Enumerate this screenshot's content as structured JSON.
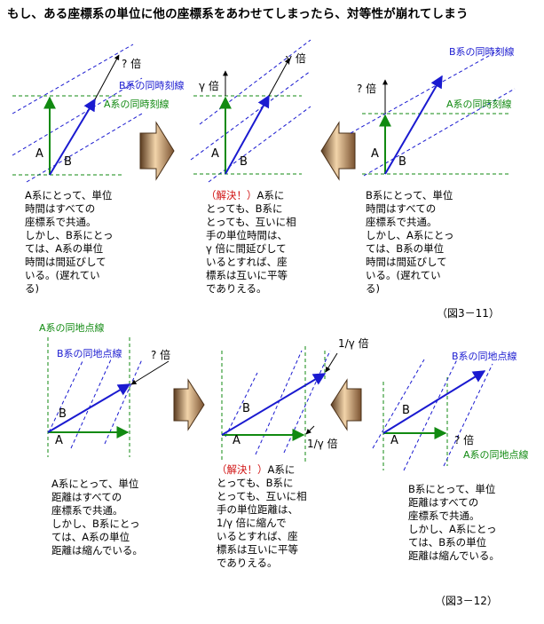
{
  "title": "もし、ある座標系の単位に他の座標系をあわせてしまったら、対等性が崩れてしまう",
  "fig11": {
    "panels": [
      {
        "labelA": "A",
        "labelB": "B",
        "factor": "? 倍",
        "b_line": "B系の同時刻線",
        "a_line": "A系の同時刻線"
      },
      {
        "labelA": "A",
        "labelB": "B",
        "factor": "γ 倍",
        "factor_top": "γ 倍"
      },
      {
        "labelA": "A",
        "labelB": "B",
        "factor": "? 倍",
        "b_line": "B系の同時刻線",
        "a_line": "A系の同時刻線"
      }
    ],
    "desc1": [
      "A系にとって、単位",
      "時間はすべての",
      "座標系で共通。",
      "しかし、B系にとっ",
      "ては、A系の単位",
      "時間は間延びして",
      "いる。(遅れてい",
      "る)"
    ],
    "desc2_red": "（解決！）",
    "desc2": [
      "A系に",
      "とっても、B系に",
      "とっても、互いに相",
      "手の単位時間は、",
      "γ 倍に間延びして",
      "いるとすれば、座",
      "標系は互いに平等",
      "でありえる。"
    ],
    "desc3": [
      "B系にとって、単位",
      "時間はすべての",
      "座標系で共通。",
      "しかし、A系にとっ",
      "ては、B系の単位",
      "時間は間延びして",
      "いる。(遅れてい",
      "る)"
    ],
    "caption": "（図3－11）"
  },
  "fig12": {
    "panels": [
      {
        "labelA": "A",
        "labelB": "B",
        "factor": "? 倍",
        "a_line": "A系の同地点線",
        "b_line": "B系の同地点線"
      },
      {
        "labelA": "A",
        "labelB": "B",
        "factor_top": "1/γ 倍",
        "factor_bottom": "1/γ 倍"
      },
      {
        "labelA": "A",
        "labelB": "B",
        "factor": "? 倍",
        "b_line": "B系の同地点線",
        "a_line": "A系の同地点線"
      }
    ],
    "desc1": [
      "A系にとって、単位",
      "距離はすべての",
      "座標系で共通。",
      "しかし、B系にとっ",
      "ては、A系の単位",
      "距離は縮んでいる。"
    ],
    "desc2_red": "（解決！）",
    "desc2": [
      "A系に",
      "とっても、B系に",
      "とっても、互いに相",
      "手の単位距離は、",
      "1/γ 倍に縮んで",
      "いるとすれば、座",
      "標系は互いに平等",
      "でありえる。"
    ],
    "desc3": [
      "B系にとって、単位",
      "距離はすべての",
      "座標系で共通。",
      "しかし、A系にとっ",
      "ては、B系の単位",
      "距離は縮んでいる。"
    ],
    "caption": "（図3－12）"
  },
  "colors": {
    "green": "#118a11",
    "blue": "#1a1ad0",
    "red": "#d01010",
    "arrow_light": "#e8c9a0",
    "arrow_dark": "#6b4a2c"
  }
}
